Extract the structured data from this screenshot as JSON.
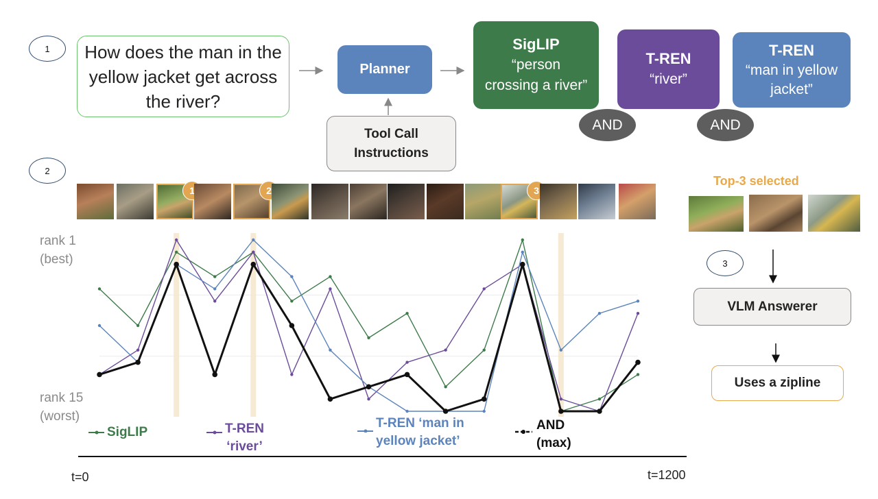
{
  "steps": [
    "1",
    "2",
    "3"
  ],
  "question": "How does the man in the yellow jacket get across the river?",
  "planner": {
    "label": "Planner"
  },
  "tool_call": {
    "label": "Tool Call\nInstructions"
  },
  "queries": [
    {
      "tool": "SigLIP",
      "text": "“person crossing a river”",
      "color": "#3e7b4a"
    },
    {
      "tool": "T-REN",
      "text": "“river”",
      "color": "#6b4c9a"
    },
    {
      "tool": "T-REN",
      "text": "“man in yellow jacket”",
      "color": "#5b84bd"
    }
  ],
  "and_label": "AND",
  "frames": {
    "count": 15,
    "selected_badges": [
      "1",
      "2",
      "3"
    ]
  },
  "top3": {
    "title": "Top-3 selected"
  },
  "y_axis": {
    "top": "rank 1\n(best)",
    "bottom": "rank 15\n(worst)"
  },
  "x_axis": {
    "start": "t=0",
    "end": "t=1200"
  },
  "legend": [
    {
      "label": "SigLIP",
      "color": "#3e7b4a"
    },
    {
      "label": "T-REN\n‘river’",
      "color": "#6b4c9a"
    },
    {
      "label": "T-REN ‘man in\nyellow jacket’",
      "color": "#5b84bd"
    },
    {
      "label": "AND\n(max)",
      "color": "#111111"
    }
  ],
  "chart_data": {
    "type": "line",
    "x": [
      1,
      2,
      3,
      4,
      5,
      6,
      7,
      8,
      9,
      10,
      11,
      12,
      13,
      14,
      15
    ],
    "ylim": [
      15,
      1
    ],
    "highlighted_x": [
      3,
      5,
      13
    ],
    "series": [
      {
        "name": "SigLIP",
        "color": "#3e7b4a",
        "values": [
          5,
          8,
          2,
          4,
          2,
          6,
          4,
          9,
          7,
          13,
          10,
          1,
          15,
          14,
          12
        ]
      },
      {
        "name": "T-REN ‘river’",
        "color": "#6b4c9a",
        "values": [
          12,
          10,
          1,
          6,
          2,
          12,
          5,
          14,
          11,
          10,
          5,
          3,
          14,
          15,
          7
        ]
      },
      {
        "name": "T-REN ‘man in yellow jacket’",
        "color": "#5b84bd",
        "values": [
          8,
          11,
          3,
          5,
          1,
          4,
          10,
          13,
          15,
          15,
          15,
          2,
          10,
          7,
          6
        ]
      },
      {
        "name": "AND (max)",
        "color": "#111111",
        "values": [
          12,
          11,
          3,
          12,
          3,
          8,
          14,
          13,
          12,
          15,
          14,
          3,
          15,
          15,
          11
        ]
      }
    ]
  },
  "vlm": {
    "label": "VLM Answerer"
  },
  "answer": {
    "label": "Uses a zipline"
  }
}
